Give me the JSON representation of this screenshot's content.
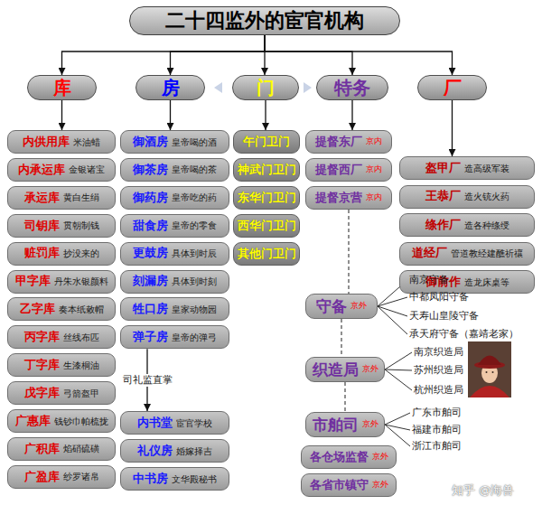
{
  "diagram": {
    "nodes": [
      {
        "text": [
          "二十四监外的宦官机构"
        ]
      },
      {
        "text": [
          "库"
        ]
      },
      {
        "text": [
          "房"
        ]
      },
      {
        "text": [
          "门"
        ]
      },
      {
        "text": [
          "特务"
        ]
      },
      {
        "text": [
          "厂"
        ]
      },
      {
        "text": [
          "内供用库",
          "米油蜡"
        ]
      },
      {
        "text": [
          "内承运库",
          "金银诸宝"
        ]
      },
      {
        "text": [
          "承运库",
          "黄白生绢"
        ]
      },
      {
        "text": [
          "司钥库",
          "贯朝制钱"
        ]
      },
      {
        "text": [
          "赃罚库",
          "抄没来的"
        ]
      },
      {
        "text": [
          "甲字库",
          "丹朱水银颜料"
        ]
      },
      {
        "text": [
          "乙字库",
          "奏本纸敕帽"
        ]
      },
      {
        "text": [
          "丙字库",
          "丝线布匹"
        ]
      },
      {
        "text": [
          "丁字库",
          "生漆桐油"
        ]
      },
      {
        "text": [
          "戊字库",
          "弓箭盔甲"
        ]
      },
      {
        "text": [
          "广惠库",
          "钱钞巾帕梳拢"
        ]
      },
      {
        "text": [
          "广积库",
          "焰硝硫磺"
        ]
      },
      {
        "text": [
          "广盈库",
          "纱罗诸帛"
        ]
      },
      {
        "text": [
          "御酒房",
          "皇帝喝的酒"
        ]
      },
      {
        "text": [
          "御茶房",
          "皇帝喝的茶"
        ]
      },
      {
        "text": [
          "御药房",
          "皇帝吃的药"
        ]
      },
      {
        "text": [
          "甜食房",
          "皇帝的零食"
        ]
      },
      {
        "text": [
          "更鼓房",
          "具体到时辰"
        ]
      },
      {
        "text": [
          "刻漏房",
          "具体到时刻"
        ]
      },
      {
        "text": [
          "牲口房",
          "皇家动物园"
        ]
      },
      {
        "text": [
          "弹子房",
          "皇帝的弹弓"
        ]
      },
      {
        "text": [
          "内书堂",
          "宦官学校"
        ]
      },
      {
        "text": [
          "礼仪房",
          "婚嫁择吉"
        ]
      },
      {
        "text": [
          "中书房",
          "文华殿秘书"
        ]
      },
      {
        "text": [
          "午门卫门"
        ]
      },
      {
        "text": [
          "神武门卫门"
        ]
      },
      {
        "text": [
          "东华门卫门"
        ]
      },
      {
        "text": [
          "西华门卫门"
        ]
      },
      {
        "text": [
          "其他门卫门"
        ]
      },
      {
        "text": [
          "提督东厂",
          "京内"
        ]
      },
      {
        "text": [
          "提督西厂",
          "京内"
        ]
      },
      {
        "text": [
          "提督京营",
          "京内"
        ]
      },
      {
        "text": [
          "守备",
          "京外"
        ]
      },
      {
        "text": [
          "织造局",
          "京外"
        ]
      },
      {
        "text": [
          "市舶司",
          "京外"
        ]
      },
      {
        "text": [
          "各仓场监督",
          "京外"
        ]
      },
      {
        "text": [
          "各省市镇守",
          "京外"
        ]
      },
      {
        "text": [
          "盔甲厂",
          "造高级军装"
        ]
      },
      {
        "text": [
          "王恭厂",
          "造火铳火药"
        ]
      },
      {
        "text": [
          "绦作厂",
          "造各种绦绶"
        ]
      },
      {
        "text": [
          "道经厂",
          "管道教经建醮祈禳"
        ]
      },
      {
        "text": [
          "御前作",
          "造龙床桌等"
        ]
      }
    ],
    "edges": [
      {
        "from": 0,
        "to": 1,
        "arrow": "to"
      },
      {
        "from": 0,
        "to": 2,
        "arrow": "to"
      },
      {
        "from": 0,
        "to": 3,
        "arrow": "to"
      },
      {
        "from": 0,
        "to": 4,
        "arrow": "to"
      },
      {
        "from": 0,
        "to": 5,
        "arrow": "to"
      },
      {
        "from": 1,
        "to": 6,
        "arrow": "to"
      },
      {
        "from": 2,
        "to": 19,
        "arrow": "to"
      },
      {
        "from": 3,
        "to": 30,
        "arrow": "to"
      },
      {
        "from": 4,
        "to": 35,
        "arrow": "to"
      },
      {
        "from": 5,
        "to": 43,
        "arrow": "to"
      },
      {
        "from": 26,
        "to": 27,
        "label": "司礼监直掌",
        "arrow": "to"
      },
      {
        "from": 37,
        "to": 38,
        "arrow": "none"
      },
      {
        "from": 38,
        "to": 39,
        "arrow": "none"
      },
      {
        "from": 39,
        "to": 40,
        "arrow": "none"
      }
    ],
    "labels": [
      "南京守备",
      "中都凤阳守备",
      "天寿山皇陵守备",
      "承天府守备（嘉靖老家）",
      "南京织造局",
      "苏州织造局",
      "杭州织造局",
      "广东市舶司",
      "福建市舶司",
      "浙江市舶司",
      "知乎 @海兽"
    ]
  }
}
